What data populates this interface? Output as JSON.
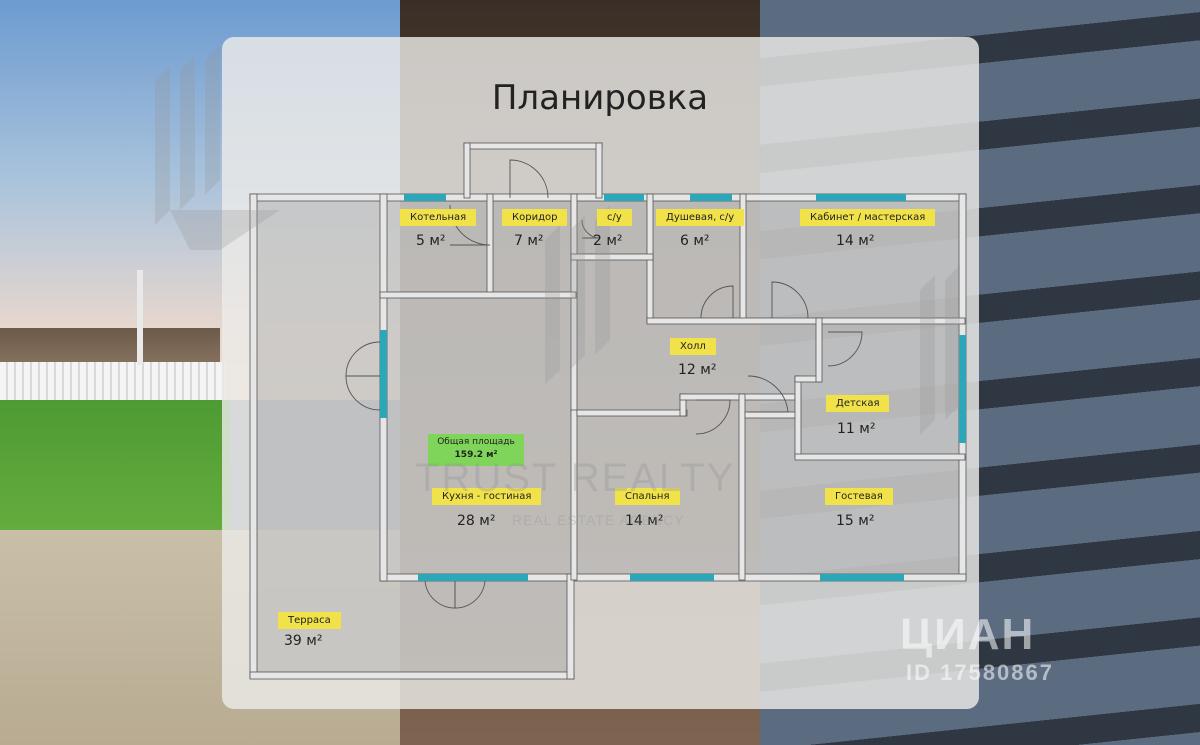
{
  "title": "Планировка",
  "total": {
    "label": "Общая площадь",
    "value": "159.2 м²"
  },
  "rooms": [
    {
      "name": "Котельная",
      "area": "5 м²"
    },
    {
      "name": "Коридор",
      "area": "7 м²"
    },
    {
      "name": "с/у",
      "area": "2 м²"
    },
    {
      "name": "Душевая, с/у",
      "area": "6 м²"
    },
    {
      "name": "Кабинет / мастерская",
      "area": "14 м²"
    },
    {
      "name": "Холл",
      "area": "12 м²"
    },
    {
      "name": "Детская",
      "area": "11 м²"
    },
    {
      "name": "Кухня - гостиная",
      "area": "28 м²"
    },
    {
      "name": "Спальня",
      "area": "14 м²"
    },
    {
      "name": "Гостевая",
      "area": "15 м²"
    },
    {
      "name": "Терраса",
      "area": "39 м²"
    }
  ],
  "watermarks": {
    "agency": "TRUST REALTY",
    "agency_sub": "REAL ESTATE AGENCY",
    "site_logo": "ЦИАН",
    "listing_id": "ID 17580867"
  },
  "colors": {
    "labels": "#f1e24a",
    "total_label": "#7fd45a",
    "windows": "#2aa7b8",
    "walls": "#d9d9d9"
  }
}
